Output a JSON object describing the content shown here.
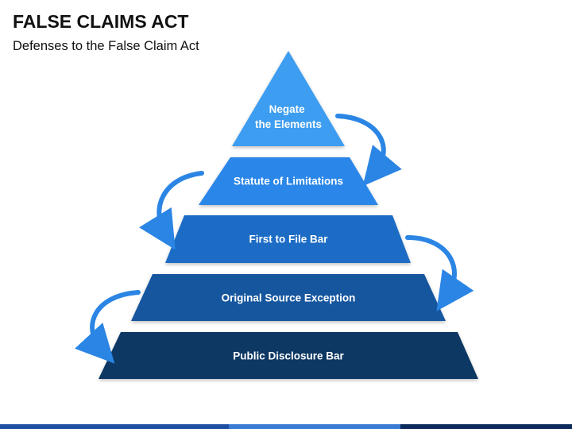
{
  "header": {
    "title": "FALSE CLAIMS ACT",
    "subtitle": "Defenses to the False Claim Act"
  },
  "pyramid": {
    "tiers": [
      {
        "label_line1": "Negate",
        "label_line2": "the Elements",
        "color": "#3d9df0"
      },
      {
        "label": "Statute of Limitations",
        "color": "#2a86e8"
      },
      {
        "label": "First to File Bar",
        "color": "#1f6cc5"
      },
      {
        "label": "Original Source Exception",
        "color": "#14579f"
      },
      {
        "label": "Public Disclosure Bar",
        "color": "#0c3763"
      }
    ],
    "arrow_color": "#2b85e4"
  }
}
